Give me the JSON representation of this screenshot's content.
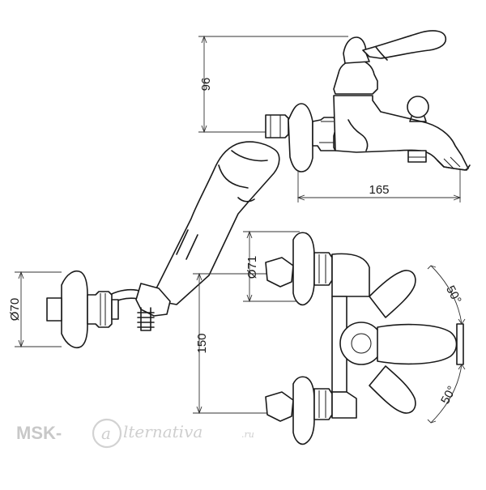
{
  "dimensions": {
    "height_top": "96",
    "width_spout": "165",
    "diameter_flange": "Ø71",
    "diameter_holder": "Ø70",
    "center_distance": "150",
    "arm_top": "50",
    "arm_bottom": "50",
    "degree_symbol": "°"
  },
  "watermark": {
    "prefix": "MSK-",
    "script": "lternativa",
    "suffix": ".ru"
  },
  "colors": {
    "line": "#1a1a1a",
    "watermark": "#c8c8c8"
  }
}
